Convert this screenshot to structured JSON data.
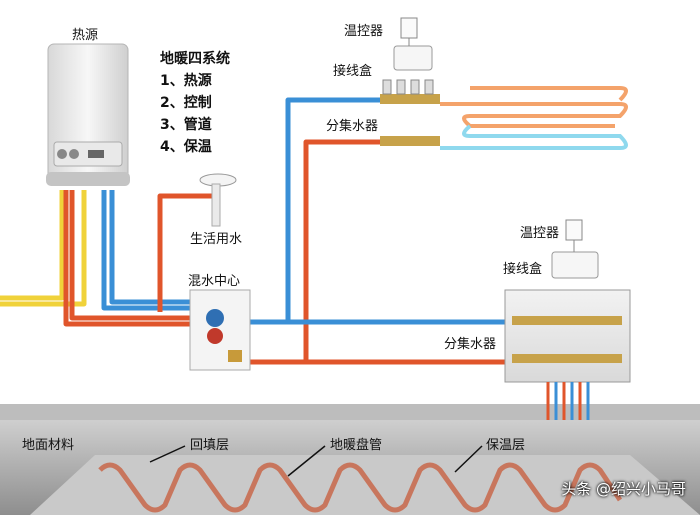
{
  "title": {
    "heading": "地暖四系统",
    "items": [
      "1、热源",
      "2、控制",
      "3、管道",
      "4、保温"
    ]
  },
  "labels": {
    "heat_source": "热源",
    "thermostat_top": "温控器",
    "junction_box_top": "接线盒",
    "manifold_top": "分集水器",
    "domestic_water": "生活用水",
    "mixing_center": "混水中心",
    "thermostat_right": "温控器",
    "junction_box_right": "接线盒",
    "manifold_right": "分集水器",
    "ground_material": "地面材料",
    "backfill_layer": "回填层",
    "floor_heating_pipe": "地暖盘管",
    "insulation_layer": "保温层"
  },
  "watermark": "头条 @绍兴小马哥",
  "colors": {
    "hot_pipe": "#e0552b",
    "cold_pipe": "#3a8fd6",
    "gas_pipe": "#f0d23a",
    "floor_tint": "#9a9a9a"
  }
}
